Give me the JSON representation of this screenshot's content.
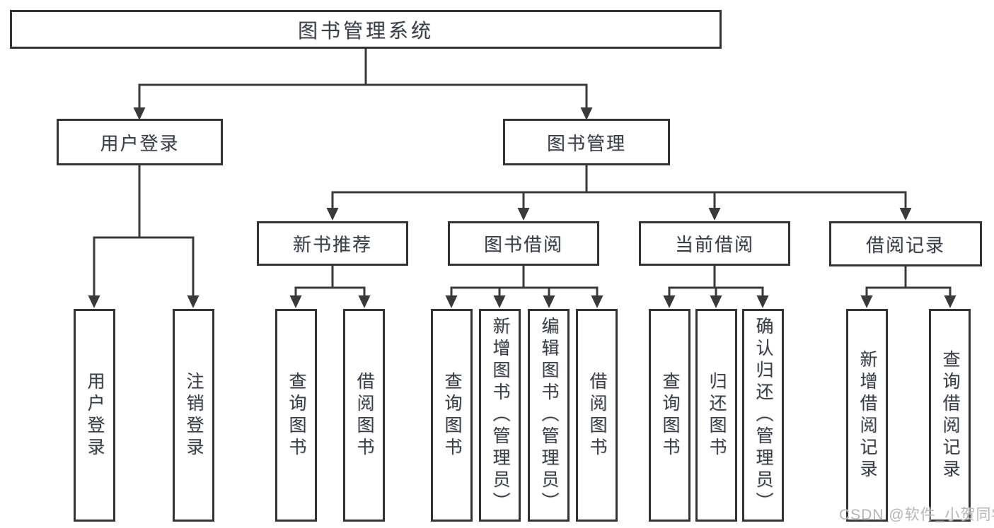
{
  "tree": {
    "root": {
      "label": "图书管理系统"
    },
    "branches": [
      {
        "label": "用户登录",
        "children": [
          {
            "label": "用户登录"
          },
          {
            "label": "注销登录"
          }
        ]
      },
      {
        "label": "图书管理",
        "children": [
          {
            "label": "新书推荐",
            "children": [
              {
                "label": "查询图书"
              },
              {
                "label": "借阅图书"
              }
            ]
          },
          {
            "label": "图书借阅",
            "children": [
              {
                "label": "查询图书"
              },
              {
                "label": "新增图书（管理员）"
              },
              {
                "label": "编辑图书（管理员）"
              },
              {
                "label": "借阅图书"
              }
            ]
          },
          {
            "label": "当前借阅",
            "children": [
              {
                "label": "查询图书"
              },
              {
                "label": "归还图书"
              },
              {
                "label": "确认归还（管理员）"
              }
            ]
          },
          {
            "label": "借阅记录",
            "children": [
              {
                "label": "新增借阅记录"
              },
              {
                "label": "查询借阅记录"
              }
            ]
          }
        ]
      }
    ]
  },
  "watermark": {
    "text": "CSDN @软件_小贺同学"
  },
  "colors": {
    "line": "#3a3a3a",
    "box_border": "#333333",
    "text": "#3d3d3d",
    "watermark": "#b5b5b5",
    "background": "#ffffff"
  }
}
